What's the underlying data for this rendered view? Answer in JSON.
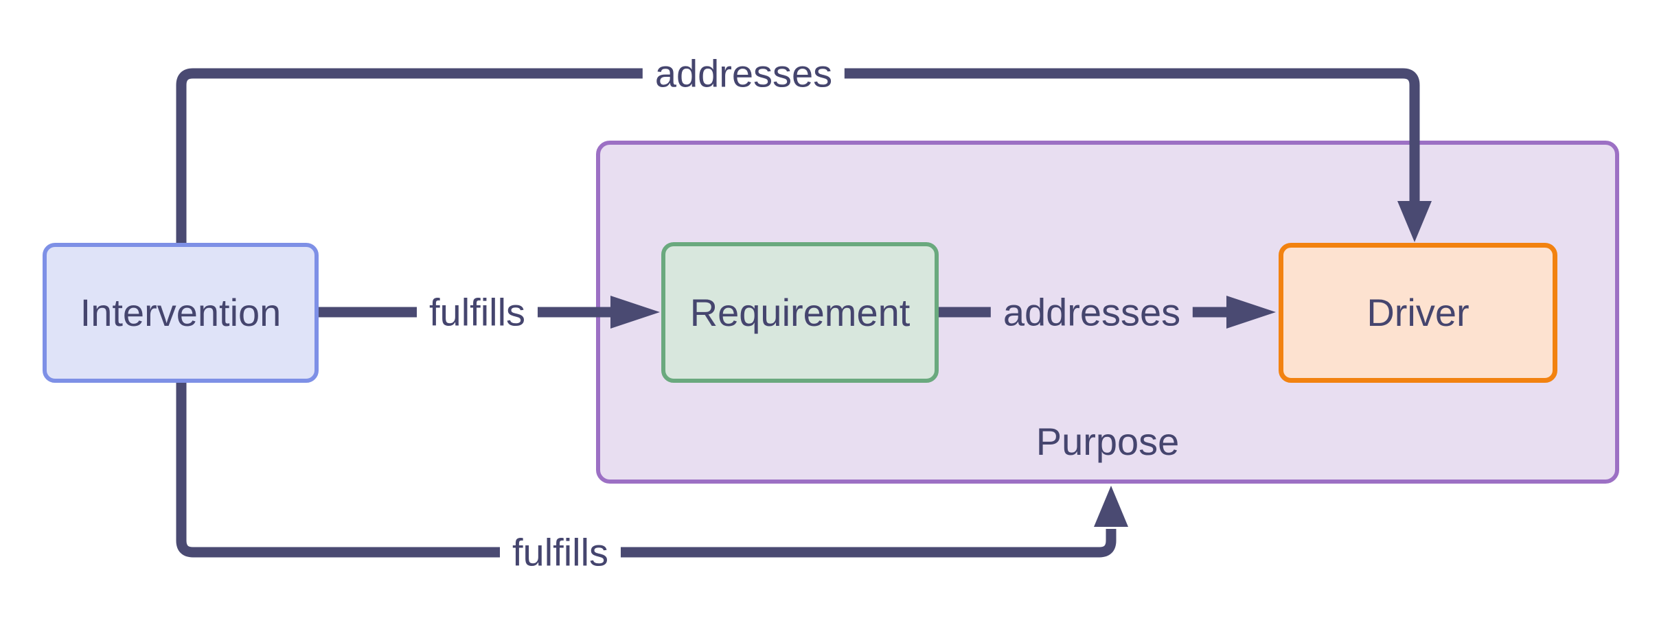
{
  "diagram": {
    "type": "flowchart",
    "nodes": [
      {
        "id": "intervention",
        "label": "Intervention"
      },
      {
        "id": "requirement",
        "label": "Requirement"
      },
      {
        "id": "driver",
        "label": "Driver"
      }
    ],
    "cluster": {
      "id": "purpose",
      "label": "Purpose",
      "contains": [
        "requirement",
        "driver"
      ]
    },
    "edges": [
      {
        "from": "intervention",
        "to": "driver",
        "label": "addresses"
      },
      {
        "from": "intervention",
        "to": "requirement",
        "label": "fulfills"
      },
      {
        "from": "requirement",
        "to": "driver",
        "label": "addresses"
      },
      {
        "from": "intervention",
        "to": "purpose",
        "label": "fulfills"
      }
    ],
    "colors": {
      "canvas_bg": "#ffffff",
      "edge": "#4a4a72",
      "text": "#45456e",
      "intervention_fill": "#dfe3f8",
      "intervention_border": "#7e90e6",
      "requirement_fill": "#d8e7dd",
      "requirement_border": "#6aa97e",
      "driver_fill": "#fde2d0",
      "driver_border": "#f28210",
      "cluster_fill": "#e8def1",
      "cluster_border": "#9c70c4"
    }
  }
}
